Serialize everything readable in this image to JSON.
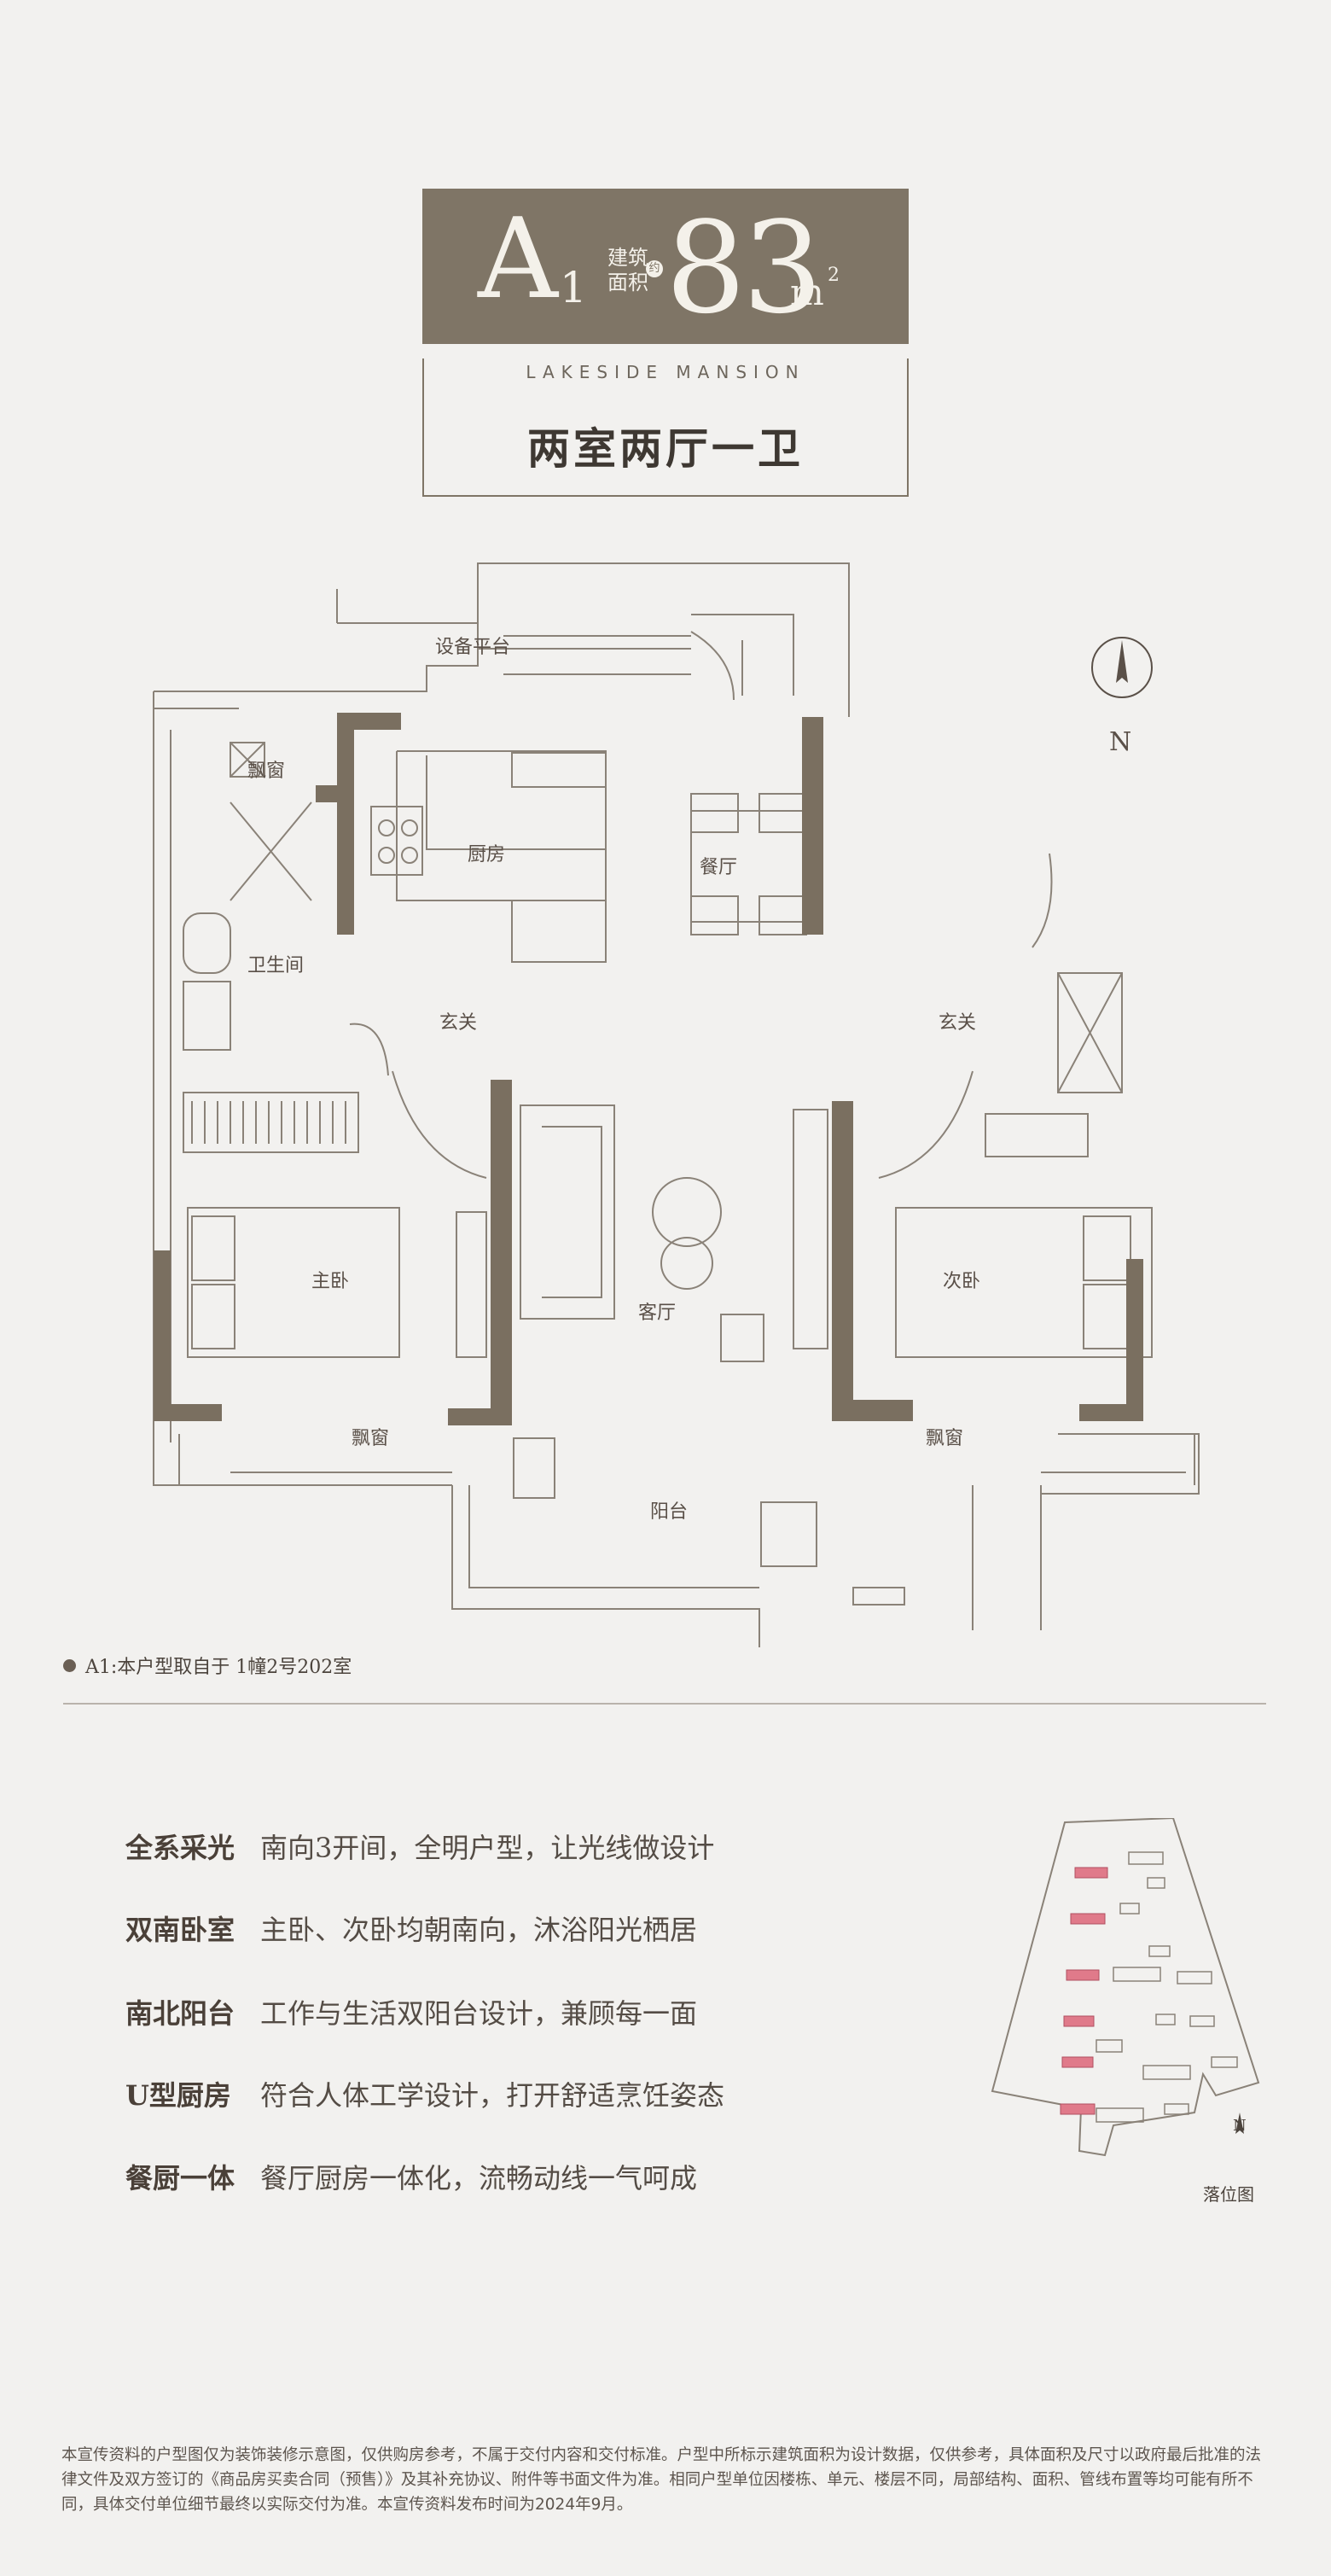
{
  "header": {
    "code": "A",
    "code_sub": "1",
    "area_tag": [
      "建筑",
      "面积"
    ],
    "approx": "约",
    "area_value": "83",
    "area_unit": "m",
    "area_unit_sup": "2",
    "brand": "LAKESIDE MANSION",
    "layout_title": "两室两厅一卫"
  },
  "plan": {
    "rooms": {
      "equipment_platform": "设备平台",
      "bay_window_nw": "飘窗",
      "kitchen": "厨房",
      "dining": "餐厅",
      "bathroom": "卫生间",
      "foyer_left": "玄关",
      "foyer_right": "玄关",
      "master_bedroom": "主卧",
      "living_room": "客厅",
      "second_bedroom": "次卧",
      "bay_window_sw": "飘窗",
      "bay_window_se": "飘窗",
      "balcony": "阳台"
    },
    "compass_label": "N"
  },
  "note": "A1:本户型取自于 1幢2号202室",
  "features": [
    {
      "label": "全系采光",
      "desc": "南向3开间，全明户型，让光线做设计"
    },
    {
      "label": "双南卧室",
      "desc": "主卧、次卧均朝南向，沐浴阳光栖居"
    },
    {
      "label": "南北阳台",
      "desc": "工作与生活双阳台设计，兼顾每一面"
    },
    {
      "label": "U型厨房",
      "desc": "符合人体工学设计，打开舒适烹饪姿态"
    },
    {
      "label": "餐厨一体",
      "desc": "餐厅厨房一体化，流畅动线一气呵成"
    }
  ],
  "site_plan": {
    "north": "N",
    "caption": "落位图"
  },
  "colors": {
    "brand": "#7f7566",
    "wall": "#7a6f60",
    "background": "#f2f1ef",
    "highlight": "#e07a8a"
  },
  "disclaimer": "本宣传资料的户型图仅为装饰装修示意图，仅供购房参考，不属于交付内容和交付标准。户型中所标示建筑面积为设计数据，仅供参考，具体面积及尺寸以政府最后批准的法律文件及双方签订的《商品房买卖合同（预售）》及其补充协议、附件等书面文件为准。相同户型单位因楼栋、单元、楼层不同，局部结构、面积、管线布置等均可能有所不同，具体交付单位细节最终以实际交付为准。本宣传资料发布时间为2024年9月。"
}
